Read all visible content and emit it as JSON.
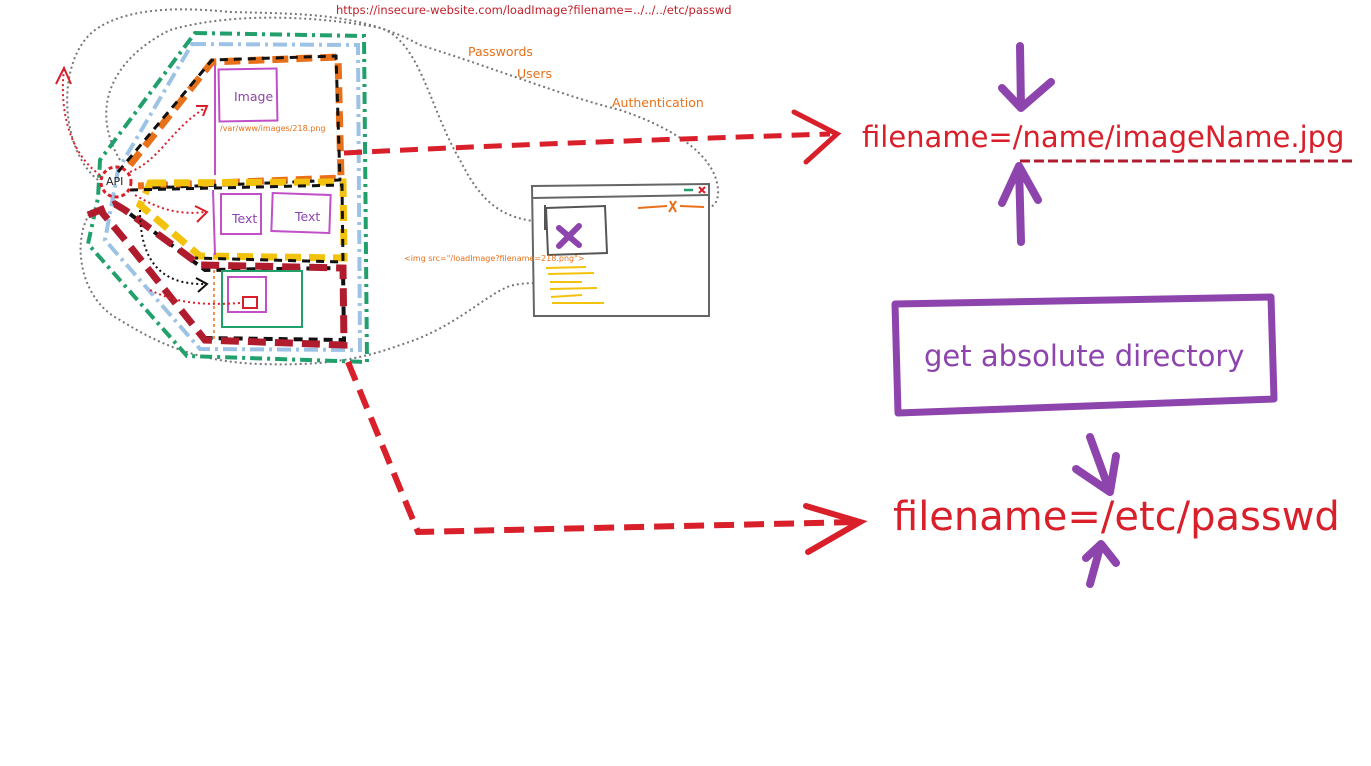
{
  "diagram": {
    "url": "https://insecure-website.com/loadImage?filename=../../../etc/passwd",
    "labels": {
      "passwords": "Passwords",
      "users": "Users",
      "authentication": "Authentication",
      "api": "API",
      "image": "Image",
      "image_path": "/var/www/images/218.png",
      "text_a": "Text",
      "text_b": "Text",
      "img_tag": "<img src=\"/loadImage?filename=218.png\">"
    },
    "annotations": {
      "normal_filename": "filename=/name/imageName.jpg",
      "absolute_directory": "get absolute directory",
      "attack_filename": "filename=/etc/passwd"
    },
    "colors": {
      "red": "#d81f2a",
      "dark_red": "#b01c2e",
      "purple": "#8e44ad",
      "orange": "#e8701a",
      "yellow": "#f2c20c",
      "green": "#22a06b",
      "light_blue": "#9cc3e6",
      "gray": "#777777"
    }
  }
}
